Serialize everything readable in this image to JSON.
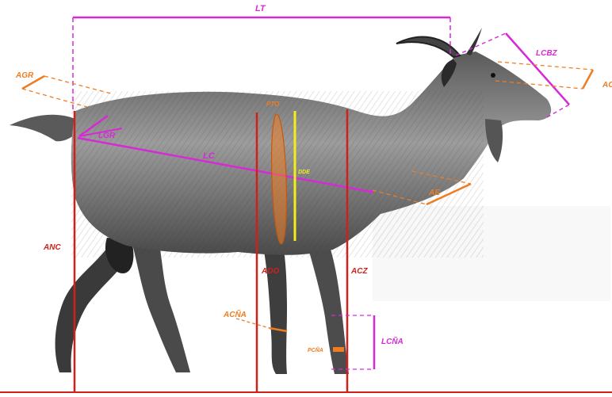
{
  "colors": {
    "red": "#d0201a",
    "magenta": "#d62ad6",
    "orange": "#ee7d22",
    "yellow": "#f2ee1a",
    "goat_dark": "#2e2e2e",
    "goat_mid": "#7a7a7a",
    "goat_light": "#c9c9c9"
  },
  "labels": {
    "lt": "LT",
    "lcbz": "LCBZ",
    "agr": "AGR",
    "ac": "AC",
    "lgr": "LGR",
    "pto": "PTO",
    "lc": "LC",
    "dde": "DDE",
    "ae": "AE",
    "anc": "ANC",
    "ado": "ADO",
    "acz": "ACZ",
    "acna": "ACÑA",
    "pcna": "PCÑA",
    "lcna": "LCÑA"
  },
  "icons": {
    "subject": "goat-silhouette-icon"
  }
}
